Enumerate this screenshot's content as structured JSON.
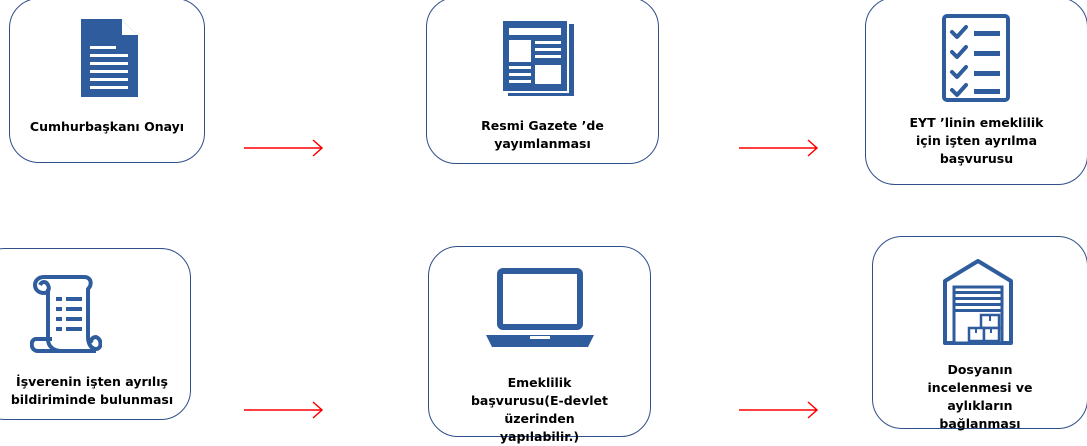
{
  "steps": [
    {
      "label": "Cumhurbaşkanı Onayı",
      "icon": "document-icon"
    },
    {
      "label": "Resmi Gazete ’de yayımlanması",
      "icon": "newspaper-icon"
    },
    {
      "label": "EYT ’linin emeklilik için işten ayrılma başvurusu",
      "icon": "checklist-icon"
    },
    {
      "label": "İşverenin işten ayrılış bildiriminde bulunması",
      "icon": "scroll-icon"
    },
    {
      "label": "Emeklilik başvurusu(E-devlet üzerinden yapılabilir.)",
      "icon": "laptop-icon"
    },
    {
      "label": "Dosyanın incelenmesi ve aylıkların bağlanması",
      "icon": "warehouse-icon"
    }
  ],
  "colors": {
    "icon": "#2e5c9c",
    "border": "#2f4f8a",
    "arrow": "#ff0000"
  }
}
